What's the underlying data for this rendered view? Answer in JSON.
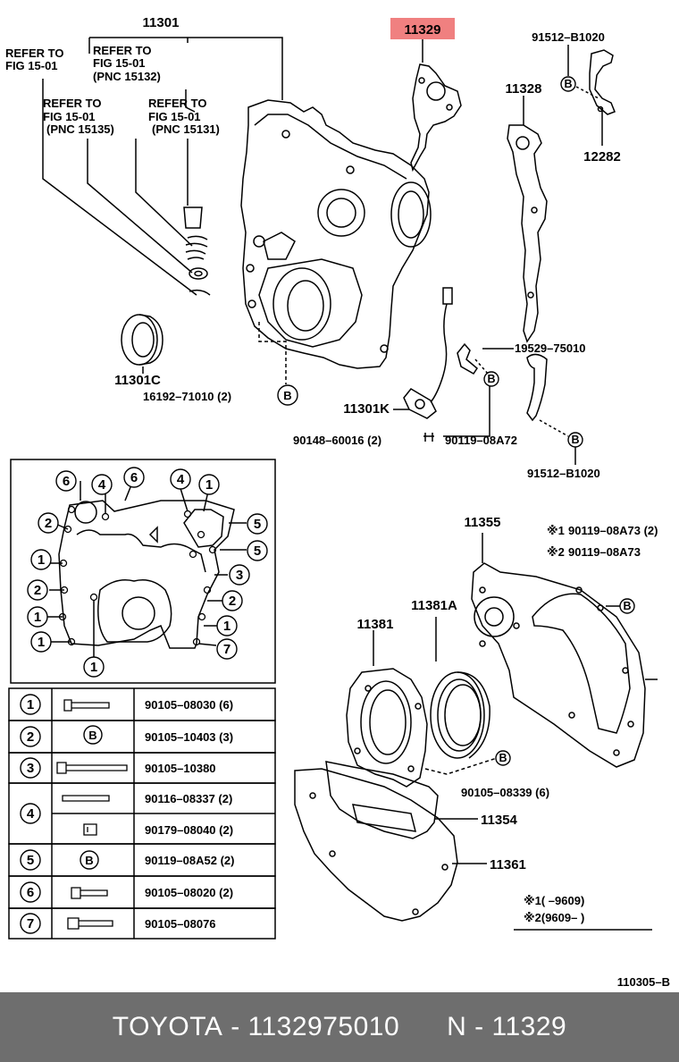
{
  "labels": {
    "p11301": "11301",
    "p11329": "11329",
    "p91512_top": "91512–B1020",
    "p11328": "11328",
    "p12282": "12282",
    "ref1_a": "REFER TO",
    "ref1_b": "FIG 15-01",
    "ref2_a": "REFER TO",
    "ref2_b": "FIG 15-01",
    "ref2_c": "(PNC 15132)",
    "ref3_a": "REFER TO",
    "ref3_b": "FIG 15-01",
    "ref3_c": "(PNC 15135)",
    "ref4_a": "REFER TO",
    "ref4_b": "FIG 15-01",
    "ref4_c": "(PNC 15131)",
    "p11301C": "11301C",
    "p16192": "16192–71010 (2)",
    "p19529": "19529–75010",
    "p11301K": "11301K",
    "p90148": "90148–60016 (2)",
    "p90119_08A72": "90119–08A72",
    "p91512_bot": "91512–B1020",
    "p11355": "11355",
    "note1_part": "90119–08A73 (2)",
    "note2_part": "90119–08A73",
    "note1_mark": "※1",
    "note2_mark": "※2",
    "p11381A": "11381A",
    "p11381": "11381",
    "p90105_08339": "90105–08339 (6)",
    "p11354": "11354",
    "p11361": "11361",
    "legend1": "※1(        –9609)",
    "legend2": "※2(9609–        )",
    "figcode": "110305–B",
    "letterB": "B"
  },
  "gasket_numbers": [
    "6",
    "4",
    "6",
    "4",
    "1",
    "2",
    "5",
    "5",
    "1",
    "3",
    "2",
    "2",
    "1",
    "1",
    "7",
    "1",
    "1"
  ],
  "bolt_table": [
    {
      "num": "1",
      "symbol": "bolt-short",
      "part": "90105–08030 (6)"
    },
    {
      "num": "2",
      "symbol": "B",
      "part": "90105–10403 (3)"
    },
    {
      "num": "3",
      "symbol": "bolt-long",
      "part": "90105–10380"
    },
    {
      "num": "4",
      "symbol": "stud",
      "part": "90116–08337 (2)"
    },
    {
      "num": "",
      "symbol": "nut",
      "part": "90179–08040 (2)"
    },
    {
      "num": "5",
      "symbol": "B",
      "part": "90119–08A52 (2)"
    },
    {
      "num": "6",
      "symbol": "bolt-short",
      "part": "90105–08020 (2)"
    },
    {
      "num": "7",
      "symbol": "bolt-medium",
      "part": "90105–08076"
    }
  ],
  "highlight_color": "#f08080",
  "footer": {
    "brand": "TOYOTA",
    "sep1": " - ",
    "part_number": "1132975010",
    "gap": "      ",
    "prefix": "N",
    "sep2": " - ",
    "ref": "11329"
  }
}
